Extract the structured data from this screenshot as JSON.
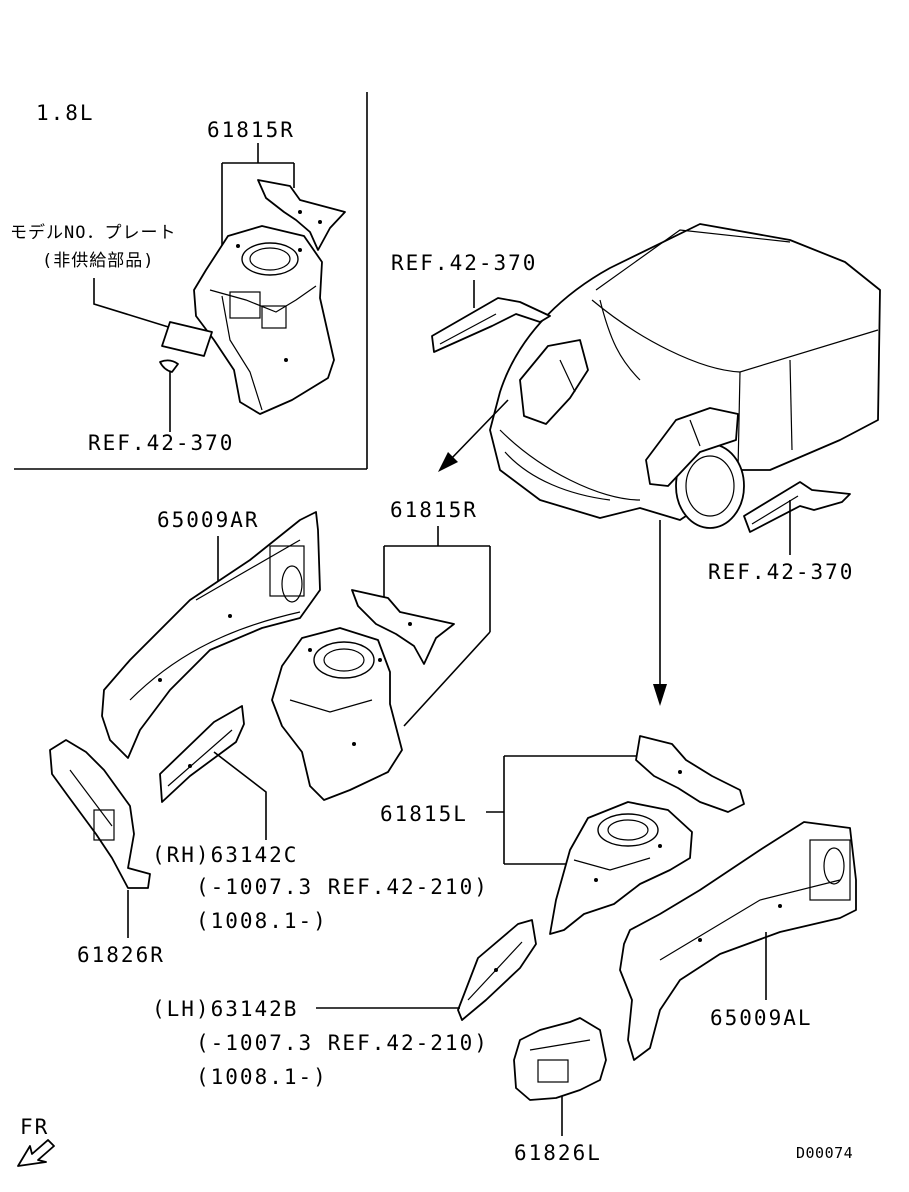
{
  "inset": {
    "engine_label": "1.8L",
    "part_61815R": "61815R",
    "model_plate_label": "モデルNO．プレート",
    "model_plate_note": "(非供給部品)",
    "ref_42_370": "REF.42-370"
  },
  "car": {
    "ref_top": "REF.42-370",
    "ref_right": "REF.42-370"
  },
  "parts": {
    "p65009AR": "65009AR",
    "p61815R": "61815R",
    "p61815L": "61815L",
    "p63142C": "(RH)63142C",
    "p63142C_note1": "(-1007.3 REF.42-210)",
    "p63142C_note2": "(1008.1-)",
    "p61826R": "61826R",
    "p63142B": "(LH)63142B",
    "p63142B_note1": "(-1007.3 REF.42-210)",
    "p63142B_note2": "(1008.1-)",
    "p65009AL": "65009AL",
    "p61826L": "61826L"
  },
  "footer": {
    "fr_label": "FR",
    "diagram_code": "D00074"
  }
}
